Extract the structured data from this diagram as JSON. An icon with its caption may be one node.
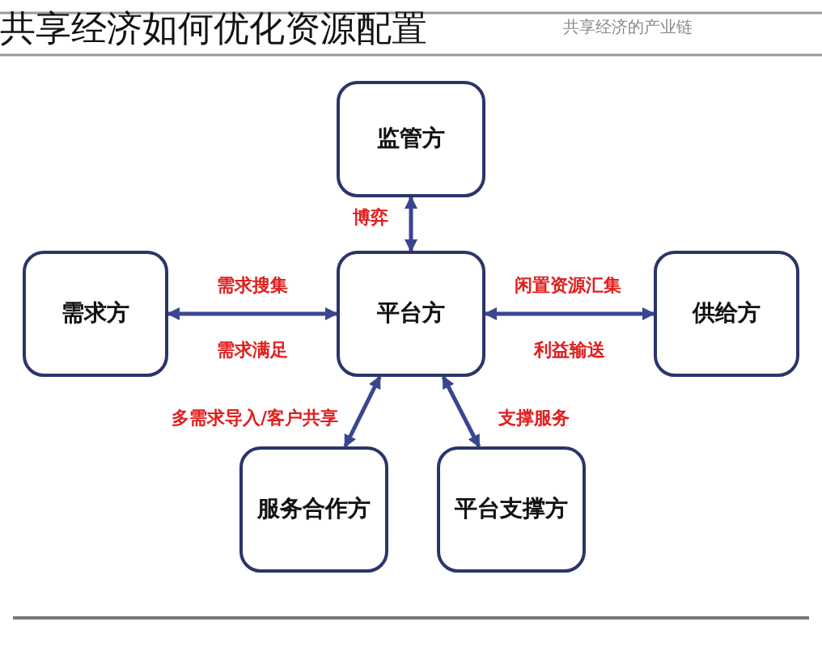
{
  "diagram": {
    "title": "共享经济如何优化资源配置",
    "nodes": [
      {
        "text": [
          "监管方"
        ]
      },
      {
        "text": [
          "需求方"
        ]
      },
      {
        "text": [
          "平台方"
        ]
      },
      {
        "text": [
          "供给方"
        ]
      },
      {
        "text": [
          "服务合作方"
        ]
      },
      {
        "text": [
          "平台支撑方"
        ]
      }
    ],
    "edges": [
      {
        "from": 0,
        "to": 2,
        "arrow": "both",
        "label": "博弈"
      },
      {
        "from": 1,
        "to": 2,
        "arrow": "both",
        "label": "需求搜集"
      },
      {
        "from": 2,
        "to": 3,
        "arrow": "both",
        "label": "闲置资源汇集"
      },
      {
        "from": 2,
        "to": 4,
        "arrow": "both",
        "label": "多需求导入/客户共享"
      },
      {
        "from": 2,
        "to": 5,
        "arrow": "both",
        "label": "支撑服务"
      }
    ],
    "labels": [
      "共享经济的产业链",
      "需求满足",
      "利益输送"
    ]
  }
}
